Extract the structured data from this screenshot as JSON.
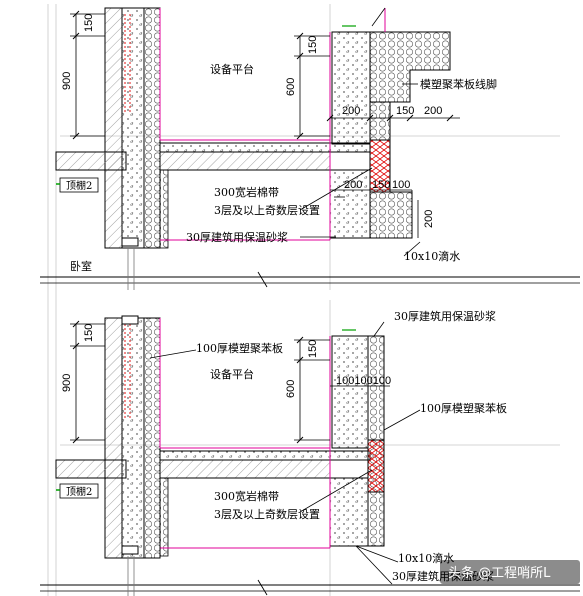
{
  "colors": {
    "line": "#000000",
    "magenta": "#e0009a",
    "red": "#e00000",
    "green": "#00a000",
    "guide": "#c8c8c8",
    "hatch": "#8a8a8a"
  },
  "top_detail": {
    "dims": {
      "d150_left": "150",
      "d900": "900",
      "d150_right": "150",
      "d600": "600",
      "d200_a": "200",
      "d150_b": "150",
      "d200_c": "200",
      "d200_lower": "200",
      "d150_lower": "150",
      "d100_lower": "100",
      "d200_vert": "200"
    },
    "labels": {
      "platform": "设备平台",
      "skirting": "模塑聚苯板线脚",
      "rockwool_1": "300宽岩棉带",
      "rockwool_2": "3层及以上奇数层设置",
      "mortar": "30厚建筑用保温砂浆",
      "drip": "10x10滴水",
      "bedroom": "卧室",
      "ceiling": "顶棚2"
    }
  },
  "bottom_detail": {
    "dims": {
      "d150_left": "150",
      "d900": "900",
      "d150_right": "150",
      "d600": "600",
      "d100x3": "100100100"
    },
    "labels": {
      "eps100_top": "100厚模塑聚苯板",
      "platform": "设备平台",
      "mortar_top": "30厚建筑用保温砂浆",
      "eps100_right": "100厚模塑聚苯板",
      "rockwool_1": "300宽岩棉带",
      "rockwool_2": "3层及以上奇数层设置",
      "drip": "10x10滴水",
      "mortar_bottom": "30厚建筑用保温砂浆",
      "ceiling": "顶棚2"
    }
  },
  "watermark": "头条 @工程哨所L"
}
